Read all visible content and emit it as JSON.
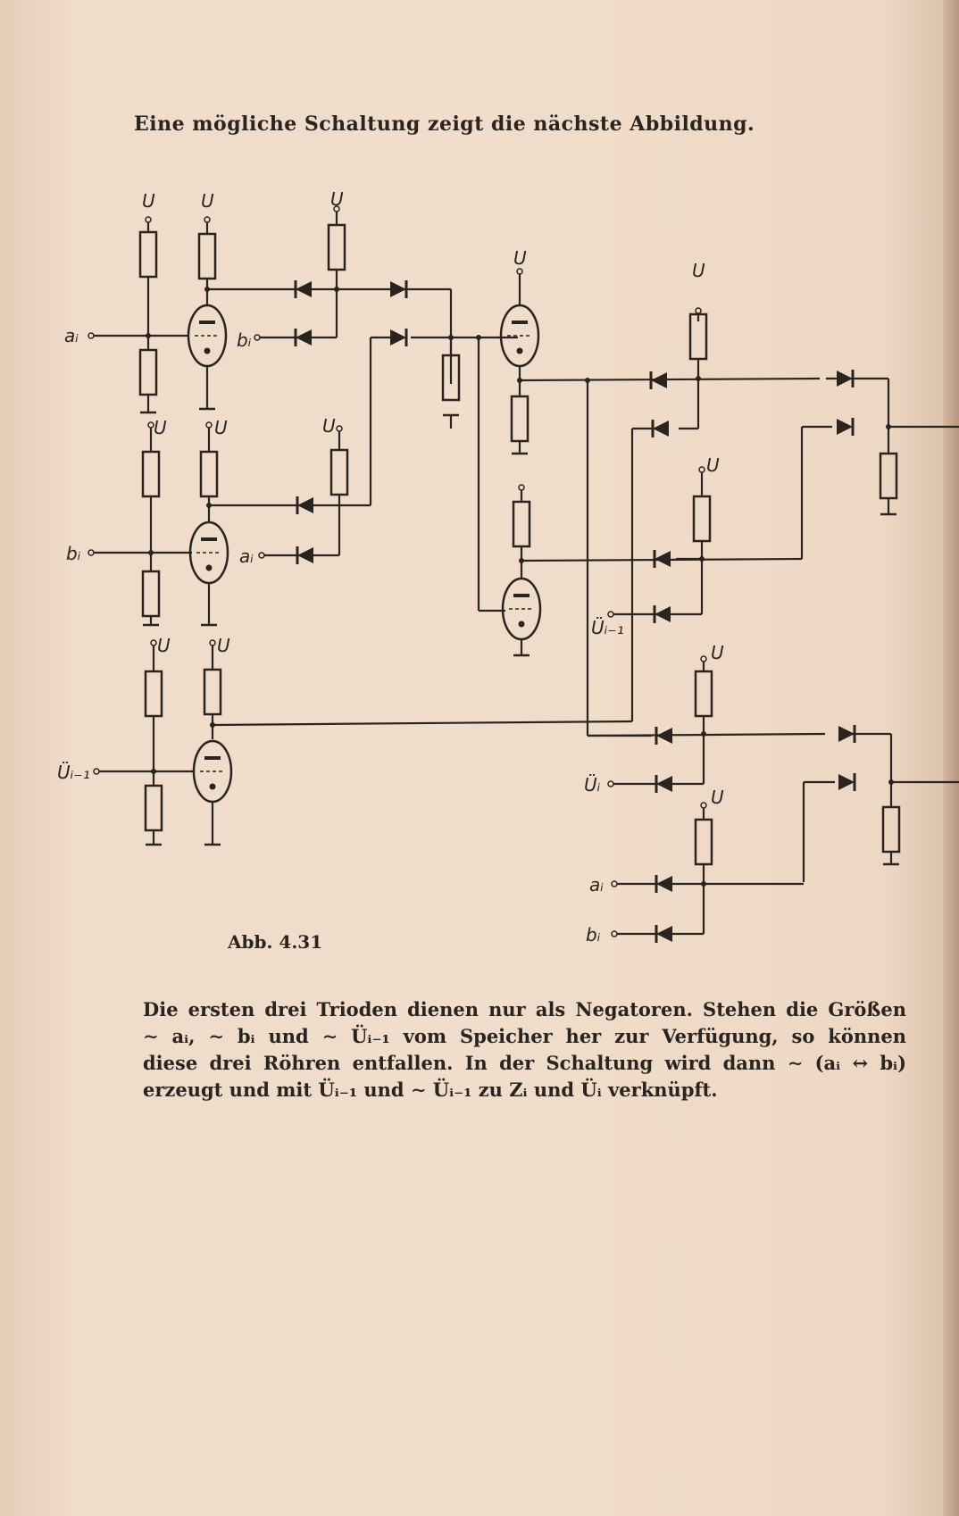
{
  "page": {
    "intro_text": "Eine mögliche Schaltung zeigt die nächste Abbildung.",
    "caption": "Abb. 4.31",
    "paragraph_lines": [
      "Die ersten drei Trioden dienen nur als Negatoren. Stehen die Größen",
      "∼ aᵢ, ∼ bᵢ und ∼ Üᵢ₋₁ vom Speicher her zur Verfügung, so können",
      "diese drei Röhren entfallen. In der Schaltung wird dann ∼ (aᵢ ↔ bᵢ)",
      "erzeugt und mit Üᵢ₋₁ und ∼ Üᵢ₋₁ zu Zᵢ und Üᵢ verknüpft."
    ]
  },
  "circuit_labels": {
    "supply": "U",
    "input_a": "aᵢ",
    "input_b": "bᵢ",
    "input_carry": "Üᵢ₋₁",
    "input_carry_out": "Üᵢ"
  },
  "colors": {
    "paper": "#ecd6c2",
    "ink": "#2a2420"
  }
}
